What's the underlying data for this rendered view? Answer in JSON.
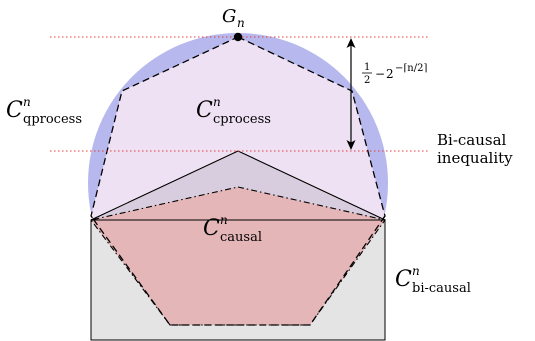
{
  "labels": {
    "vertex_name": "G",
    "vertex_sub": "n",
    "qprocess_main": "C",
    "qprocess_sup": "n",
    "qprocess_sub": "qprocess",
    "cprocess_main": "C",
    "cprocess_sup": "n",
    "cprocess_sub": "cprocess",
    "causal_main": "C",
    "causal_sup": "n",
    "causal_sub": "causal",
    "bicausal_main": "C",
    "bicausal_sup": "n",
    "bicausal_sub": "bi-causal",
    "gap_num": "1",
    "gap_den": "2",
    "gap_minus": "−",
    "gap_two": "2",
    "gap_exponent": "−⌈n/2⌉",
    "inequality_line1": "Bi-causal",
    "inequality_line2": "inequality"
  },
  "colors": {
    "circle_fill": "#b7b9ee",
    "cprocess_fill": "#eee1f3",
    "bicausal_fill": "#e4e4e4",
    "bicausal_overlap_fill": "#d8cdde",
    "causal_fill": "#e5b6b8",
    "guide_line": "#e03a3a",
    "stroke": "#000000"
  }
}
